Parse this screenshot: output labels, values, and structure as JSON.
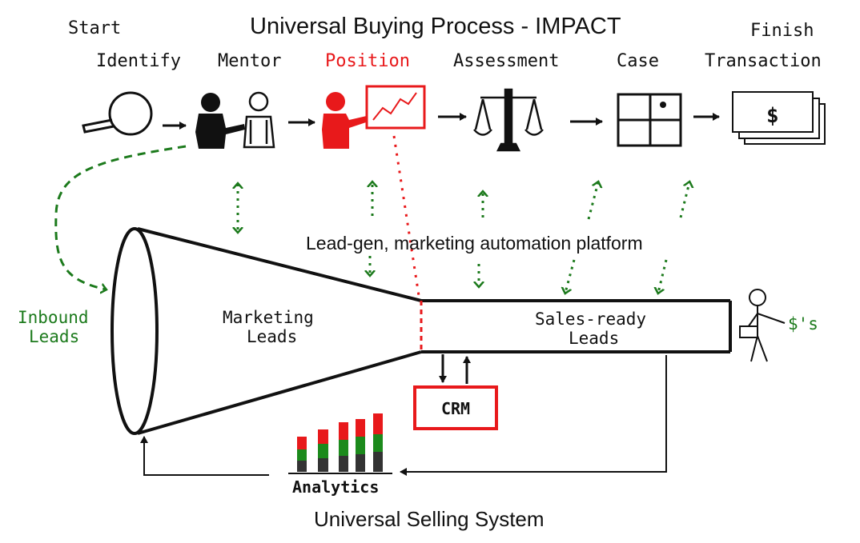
{
  "header": {
    "title": "Universal Buying Process - IMPACT",
    "start_label": "Start",
    "finish_label": "Finish"
  },
  "steps": [
    {
      "label": "Identify",
      "icon": "magnifier-icon",
      "highlight": false
    },
    {
      "label": "Mentor",
      "icon": "mentor-people-icon",
      "highlight": false
    },
    {
      "label": "Position",
      "icon": "presenter-icon",
      "highlight": true
    },
    {
      "label": "Assessment",
      "icon": "scale-icon",
      "highlight": false
    },
    {
      "label": "Case",
      "icon": "grid-icon",
      "highlight": false
    },
    {
      "label": "Transaction",
      "icon": "money-icon",
      "highlight": false
    }
  ],
  "money_symbol": "$",
  "platform_label": "Lead-gen, marketing automation platform",
  "funnel": {
    "inbound_line1": "Inbound",
    "inbound_line2": "Leads",
    "marketing_line1": "Marketing",
    "marketing_line2": "Leads",
    "sales_line1": "Sales-ready",
    "sales_line2": "Leads",
    "dollars_label": "$'s"
  },
  "crm_label": "CRM",
  "analytics_label": "Analytics",
  "footer": "Universal Selling System",
  "colors": {
    "highlight": "#e8191b",
    "connector": "#1c7a1c",
    "ink": "#111111",
    "bar_red": "#e8191b",
    "bar_green": "#1c8a1c",
    "bar_dark": "#333333"
  }
}
